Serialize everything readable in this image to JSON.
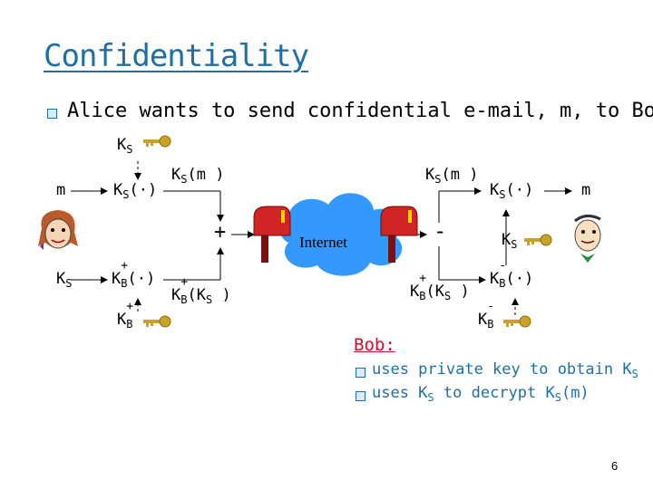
{
  "slide": {
    "title": "Confidentiality",
    "bullet": "Alice wants to send confidential e-mail, m, to Bob.",
    "page_number": "6"
  },
  "diagram": {
    "ks_top": "K",
    "ks_top_sub": "S",
    "m_left": "m",
    "ks_left": "K",
    "ks_left_sub": "S",
    "enc_sym_prefix": "K",
    "enc_sym_sub": "S",
    "enc_sym_suffix": "(·)",
    "ks_m_left_prefix": "K",
    "ks_m_left_sub": "S",
    "ks_m_left_suffix": "(m )",
    "plus_op": "+",
    "kb_plus_fn_prefix": "K",
    "kb_plus_fn_sup": "+",
    "kb_plus_fn_sub": "B",
    "kb_plus_fn_suffix": "(·)",
    "kb_ks_left_prefix": "K",
    "kb_ks_left_sup": "+",
    "kb_ks_left_sub": "B",
    "kb_ks_left_mid": "(K",
    "kb_ks_left_sub2": "S",
    "kb_ks_left_suffix": " )",
    "kb_plus_key": "K",
    "kb_plus_key_sup": "+",
    "kb_plus_key_sub": "B",
    "internet": "Internet",
    "ks_m_right_prefix": "K",
    "ks_m_right_sub": "S",
    "ks_m_right_suffix": "(m )",
    "minus_op": "-",
    "dec_sym_prefix": "K",
    "dec_sym_sub": "S",
    "dec_sym_suffix": "(·)",
    "m_right": "m",
    "ks_right": "K",
    "ks_right_sub": "S",
    "kb_ks_right_prefix": "K",
    "kb_ks_right_sup": "+",
    "kb_ks_right_sub": "B",
    "kb_ks_right_mid": "(K",
    "kb_ks_right_sub2": "S",
    "kb_ks_right_suffix": " )",
    "kb_minus_fn_prefix": "K",
    "kb_minus_fn_sup": "-",
    "kb_minus_fn_sub": "B",
    "kb_minus_fn_suffix": "(·)",
    "kb_minus_key": "K",
    "kb_minus_key_sup": "-",
    "kb_minus_key_sub": "B"
  },
  "bob": {
    "title": "Bob:",
    "item1_prefix": "uses private key to obtain K",
    "item1_sub": "S",
    "item2_prefix": "uses K",
    "item2_sub": "S",
    "item2_mid": " to decrypt K",
    "item2_sub2": "S",
    "item2_suffix": "(m)"
  },
  "colors": {
    "title": "#1f6fa0",
    "bob_title": "#c8102e",
    "cloud": "#3399ff",
    "key": "#c9a227",
    "arrow": "#000000"
  },
  "icons": [
    "key-icon",
    "alice-face-icon",
    "bob-face-icon",
    "mailbox-icon",
    "internet-cloud-icon"
  ]
}
